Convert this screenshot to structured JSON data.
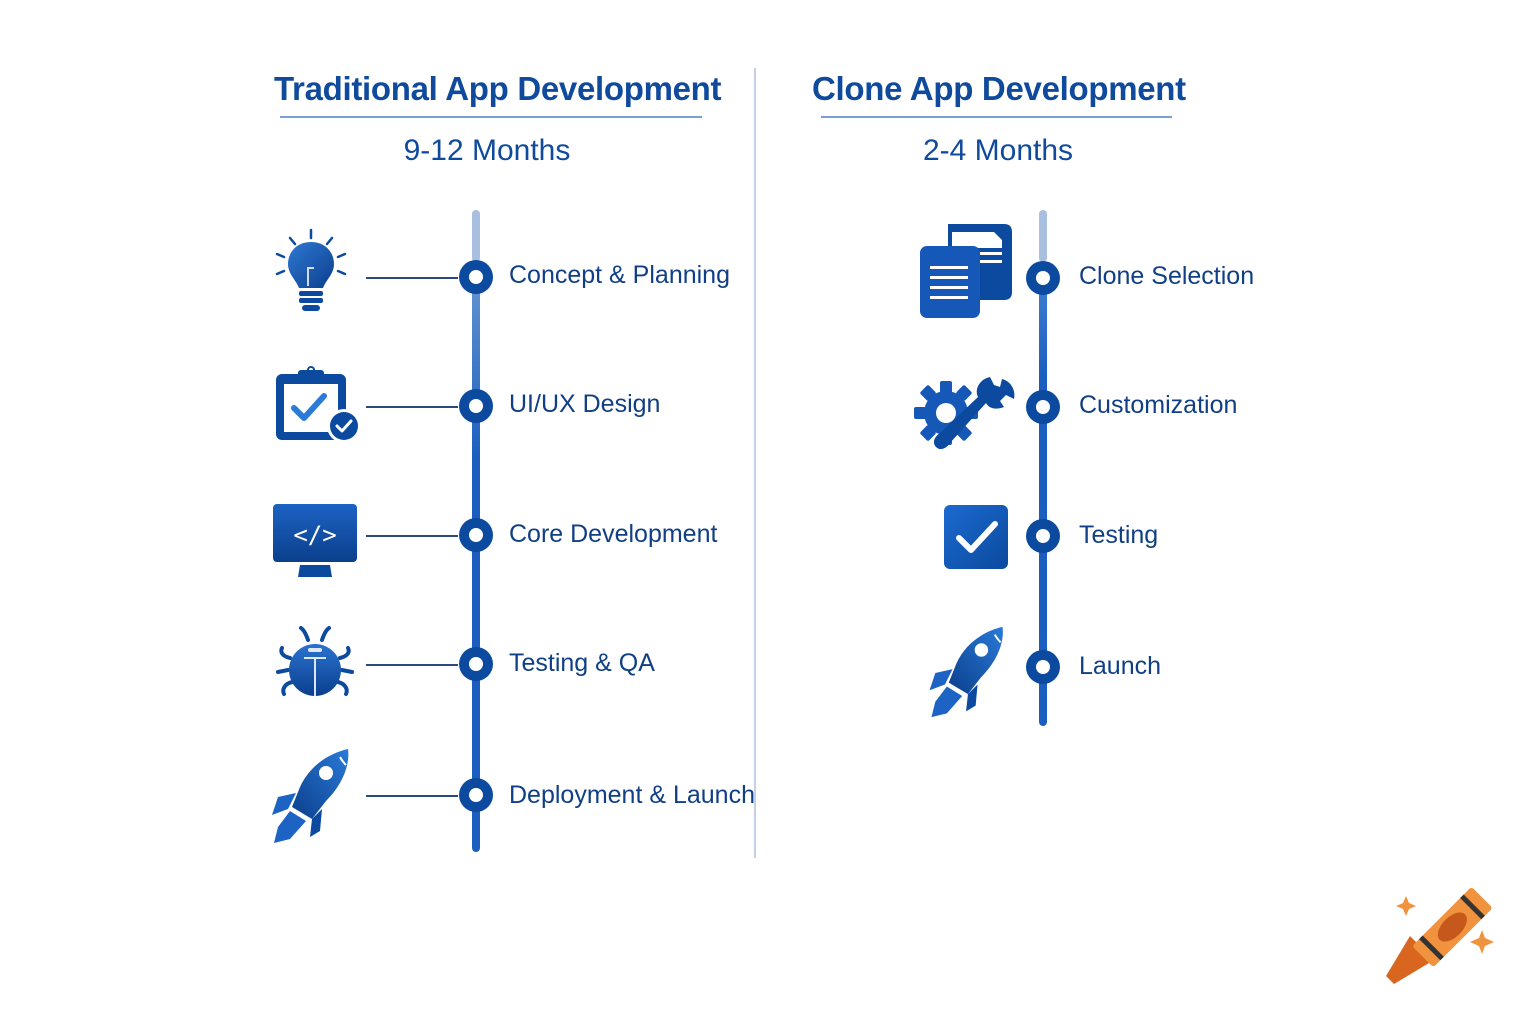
{
  "traditional": {
    "title": "Traditional App Development",
    "duration": "9-12 Months",
    "steps": [
      {
        "label": "Concept & Planning",
        "icon": "lightbulb-icon"
      },
      {
        "label": "UI/UX Design",
        "icon": "clipboard-check-icon"
      },
      {
        "label": "Core Development",
        "icon": "code-monitor-icon"
      },
      {
        "label": "Testing & QA",
        "icon": "bug-icon"
      },
      {
        "label": "Deployment & Launch",
        "icon": "rocket-icon"
      }
    ]
  },
  "clone": {
    "title": "Clone App Development",
    "duration": "2-4 Months",
    "steps": [
      {
        "label": "Clone Selection",
        "icon": "documents-copy-icon"
      },
      {
        "label": "Customization",
        "icon": "gear-wrench-icon"
      },
      {
        "label": "Testing",
        "icon": "checkbox-icon"
      },
      {
        "label": "Launch",
        "icon": "rocket-icon"
      }
    ]
  },
  "colors": {
    "primary": "#0b4a9e",
    "text": "#103f85",
    "track_light": "#a9bfe0",
    "track": "#1a5fbf",
    "divider": "#c3d0e6",
    "crayon": "#e8782a"
  },
  "watermark": {
    "icon": "crayon-icon"
  }
}
